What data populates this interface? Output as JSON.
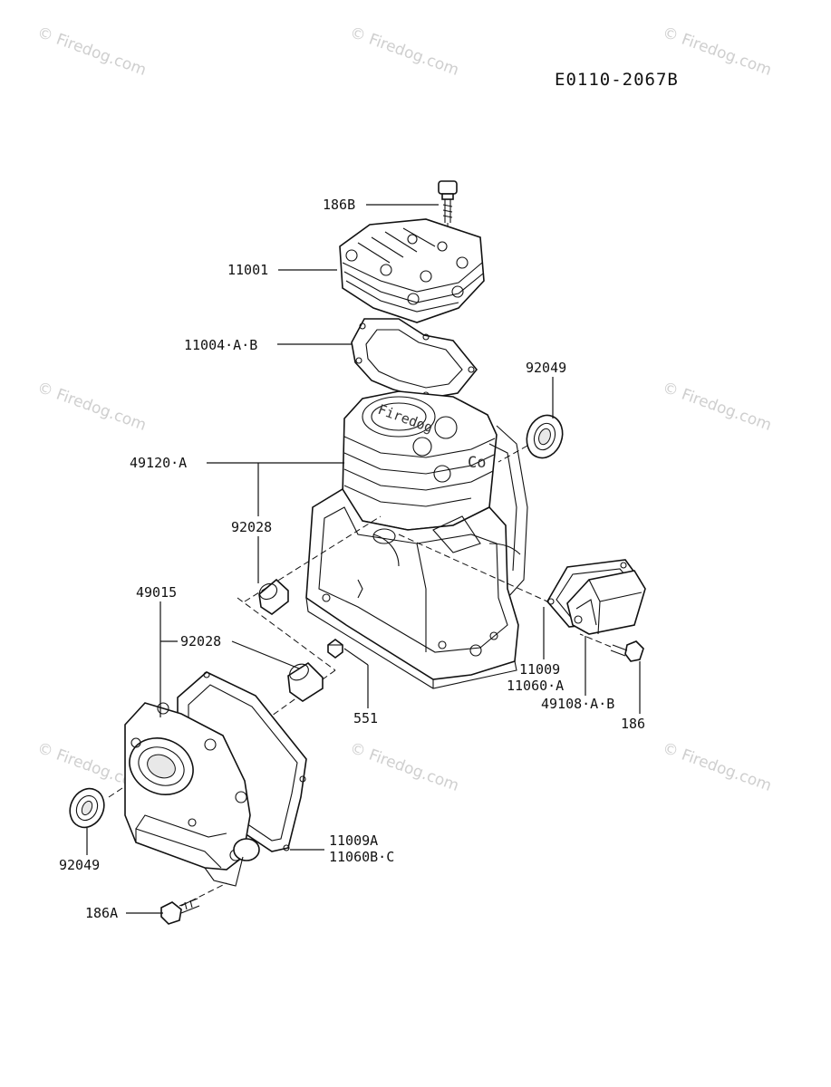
{
  "diagram_code": "E0110-2067B",
  "watermark": "© Firedog.com",
  "casting_marks": [
    "Firedog",
    "Co"
  ],
  "callouts": [
    {
      "id": "186B",
      "text": "186B"
    },
    {
      "id": "11001",
      "text": "11001"
    },
    {
      "id": "11004AB",
      "text": "11004·A·B"
    },
    {
      "id": "92049top",
      "text": "92049"
    },
    {
      "id": "49120A",
      "text": "49120·A"
    },
    {
      "id": "92028top",
      "text": "92028"
    },
    {
      "id": "49015",
      "text": "49015"
    },
    {
      "id": "92028mid",
      "text": "92028"
    },
    {
      "id": "551",
      "text": "551"
    },
    {
      "id": "11009",
      "text": "11009"
    },
    {
      "id": "11060A",
      "text": "11060·A"
    },
    {
      "id": "49108AB",
      "text": "49108·A·B"
    },
    {
      "id": "186",
      "text": "186"
    },
    {
      "id": "11009A",
      "text": "11009A"
    },
    {
      "id": "11060BC",
      "text": "11060B·C"
    },
    {
      "id": "92049bot",
      "text": "92049"
    },
    {
      "id": "186A",
      "text": "186A"
    }
  ]
}
